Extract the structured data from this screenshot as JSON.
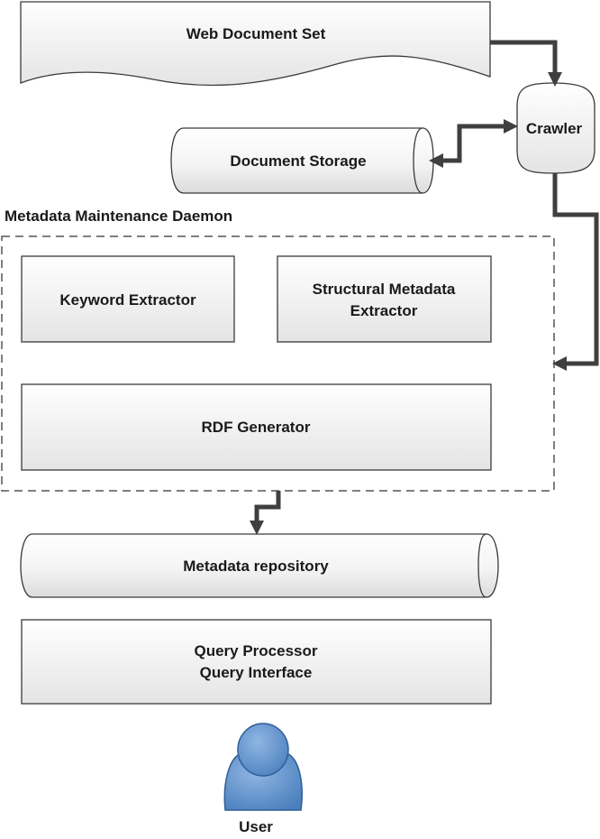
{
  "nodes": {
    "web_document_set": "Web Document Set",
    "crawler": "Crawler",
    "document_storage": "Document Storage",
    "daemon_label": "Metadata Maintenance Daemon",
    "keyword_extractor": "Keyword Extractor",
    "structural_line1": "Structural Metadata",
    "structural_line2": "Extractor",
    "rdf_generator": "RDF Generator",
    "metadata_repository": "Metadata repository",
    "query_line1": "Query Processor",
    "query_line2": "Query Interface",
    "user": "User"
  },
  "colors": {
    "box_fill_top": "#ffffff",
    "box_fill_bottom": "#e6e6e6",
    "stroke": "#3a3a3a",
    "arrow": "#3f3f3f",
    "user_fill": "#5b8fc9"
  },
  "icons": [
    "user-icon"
  ]
}
